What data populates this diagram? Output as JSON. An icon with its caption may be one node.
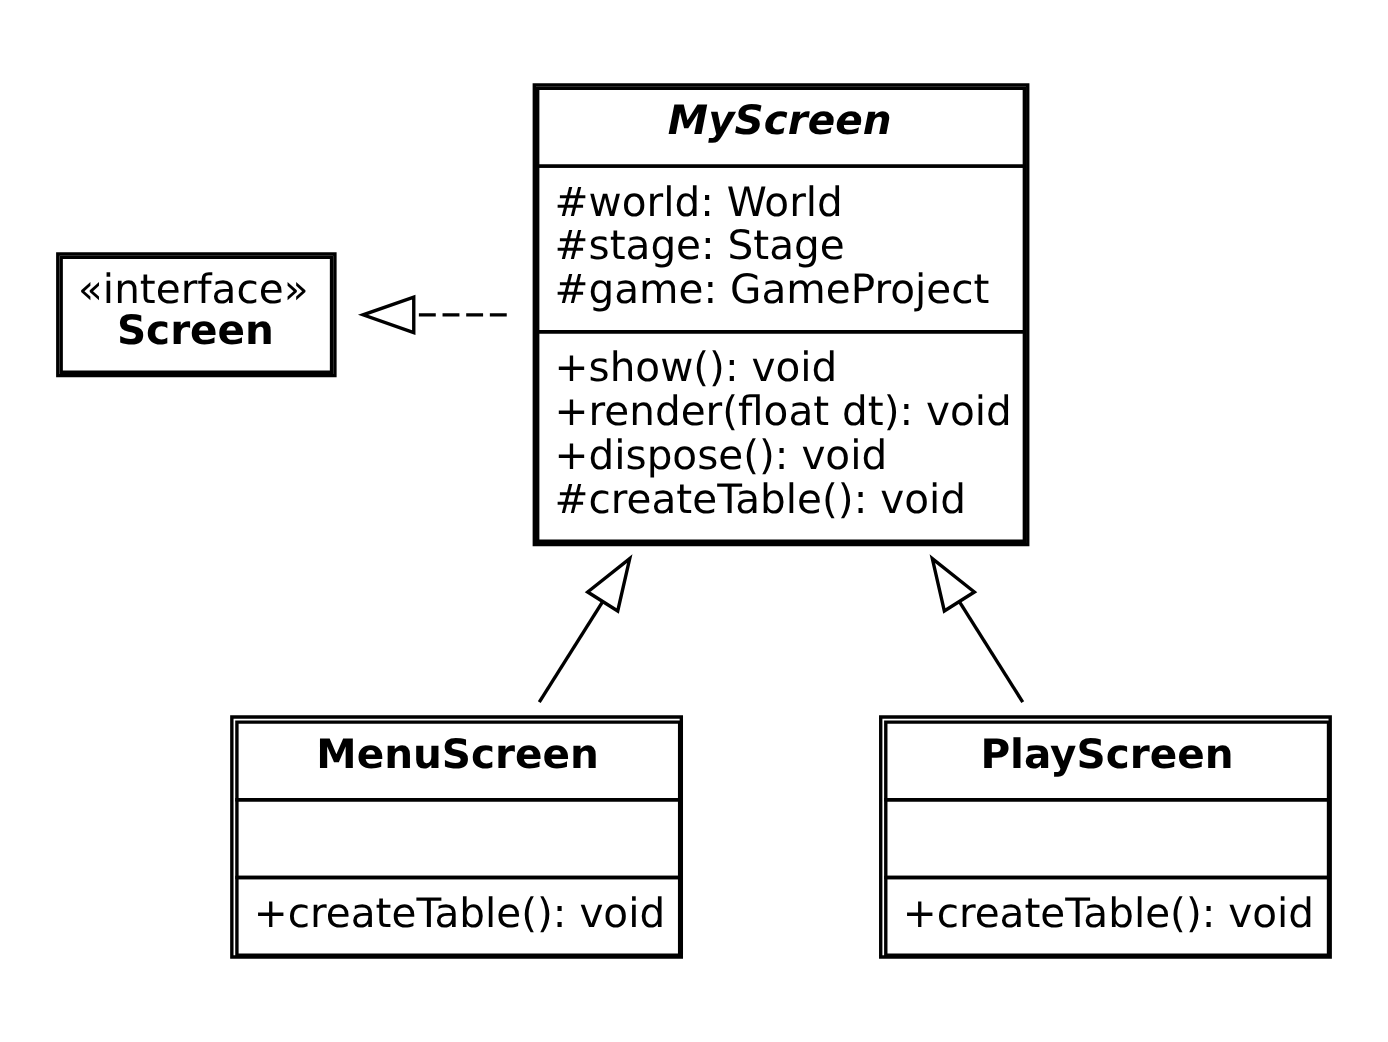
{
  "diagram": {
    "nodes": [
      {
        "text": [
          "«interface»",
          "Screen"
        ]
      },
      {
        "text": [
          "MyScreen",
          "#world: World",
          "#stage: Stage",
          "#game: GameProject",
          "+show(): void",
          "+render(float dt): void",
          "+dispose(): void",
          "#createTable(): void"
        ]
      },
      {
        "text": [
          "MenuScreen",
          "+createTable(): void"
        ]
      },
      {
        "text": [
          "PlayScreen",
          "+createTable(): void"
        ]
      }
    ],
    "edges": [
      {
        "from": 1,
        "to": 0,
        "arrow": "to",
        "style": "dashed"
      },
      {
        "from": 2,
        "to": 1,
        "arrow": "to"
      },
      {
        "from": 3,
        "to": 1,
        "arrow": "to"
      }
    ]
  }
}
